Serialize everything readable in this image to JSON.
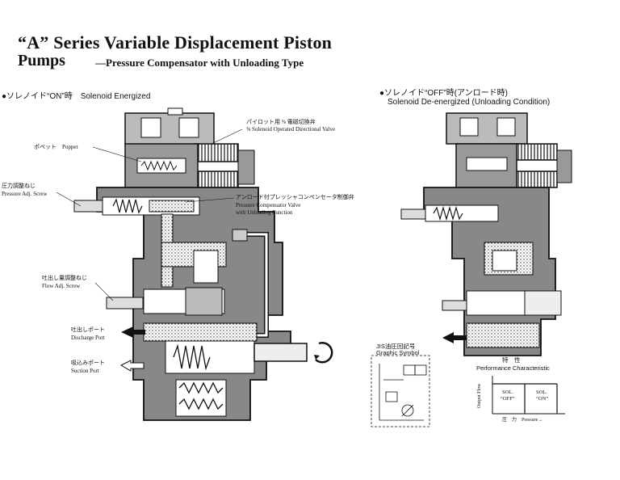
{
  "title": {
    "line1": "“A” Series Variable Displacement Piston",
    "line2": "Pumps",
    "subtitle": "—Pressure Compensator with Unloading Type"
  },
  "left_panel": {
    "heading": "●ソレノイド“ON”時　Solenoid Energized",
    "labels": {
      "pilot_valve_jp": "パイロット用 ⅝ 電磁切換弁",
      "pilot_valve_en": "⅝ Solenoid Operated Directional Valve",
      "poppet": "ポペット　Poppet",
      "pressure_adj_jp": "圧力調整ねじ",
      "pressure_adj_en": "Pressure Adj. Screw",
      "compensator_jp": "アンロード付プレッシャコンペンセータ制御弁",
      "compensator_en1": "Pressure Compensator Valve",
      "compensator_en2": "with Unloading Function",
      "flow_adj_jp": "吐出し量調整ねじ",
      "flow_adj_en": "Flow Adj. Screw",
      "discharge_jp": "吐出しポート",
      "discharge_en": "Discharge Port",
      "suction_jp": "吸込みポート",
      "suction_en": "Suction Port"
    }
  },
  "right_panel": {
    "heading1": "●ソレノイド“OFF”時(アンロード時)",
    "heading2": "Solenoid De-energized (Unloading Condition)",
    "graphic_symbol_jp": "JIS油圧回記号",
    "graphic_symbol_en": "Graphic Symbol",
    "performance_jp": "特　性",
    "performance_en": "Performance Characteristic",
    "y_axis": "Output Flow",
    "x_axis": "圧　力　Pressure→",
    "sol_off_1": "SOL.",
    "sol_off_2": "“OFF”",
    "sol_on_1": "SOL.",
    "sol_on_2": "“ON”"
  }
}
